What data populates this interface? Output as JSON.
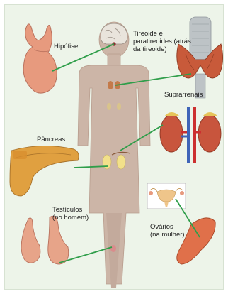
{
  "labels": {
    "hipofise": "Hipófise",
    "tireoide_line1": "Tireoide e",
    "tireoide_line2": "paratireoides (atrás",
    "tireoide_line3": "da tireoide)",
    "suprarrenais": "Suprarrenais",
    "pancreas": "Pâncreas",
    "testiculos_line1": "Testículos",
    "testiculos_line2": "(no homem)",
    "ovarios_line1": "Ovários",
    "ovarios_line2": "(na mulher)"
  },
  "colors": {
    "background": "#edf4e9",
    "body_silhouette": "#ccb5a7",
    "connector_line": "#2f9e4a",
    "organ_pink": "#e79a7e",
    "pancreas_orange": "#e0a040",
    "kidney_red": "#c8553d",
    "vessel_blue": "#3f64b8",
    "vessel_red": "#cc3030"
  }
}
